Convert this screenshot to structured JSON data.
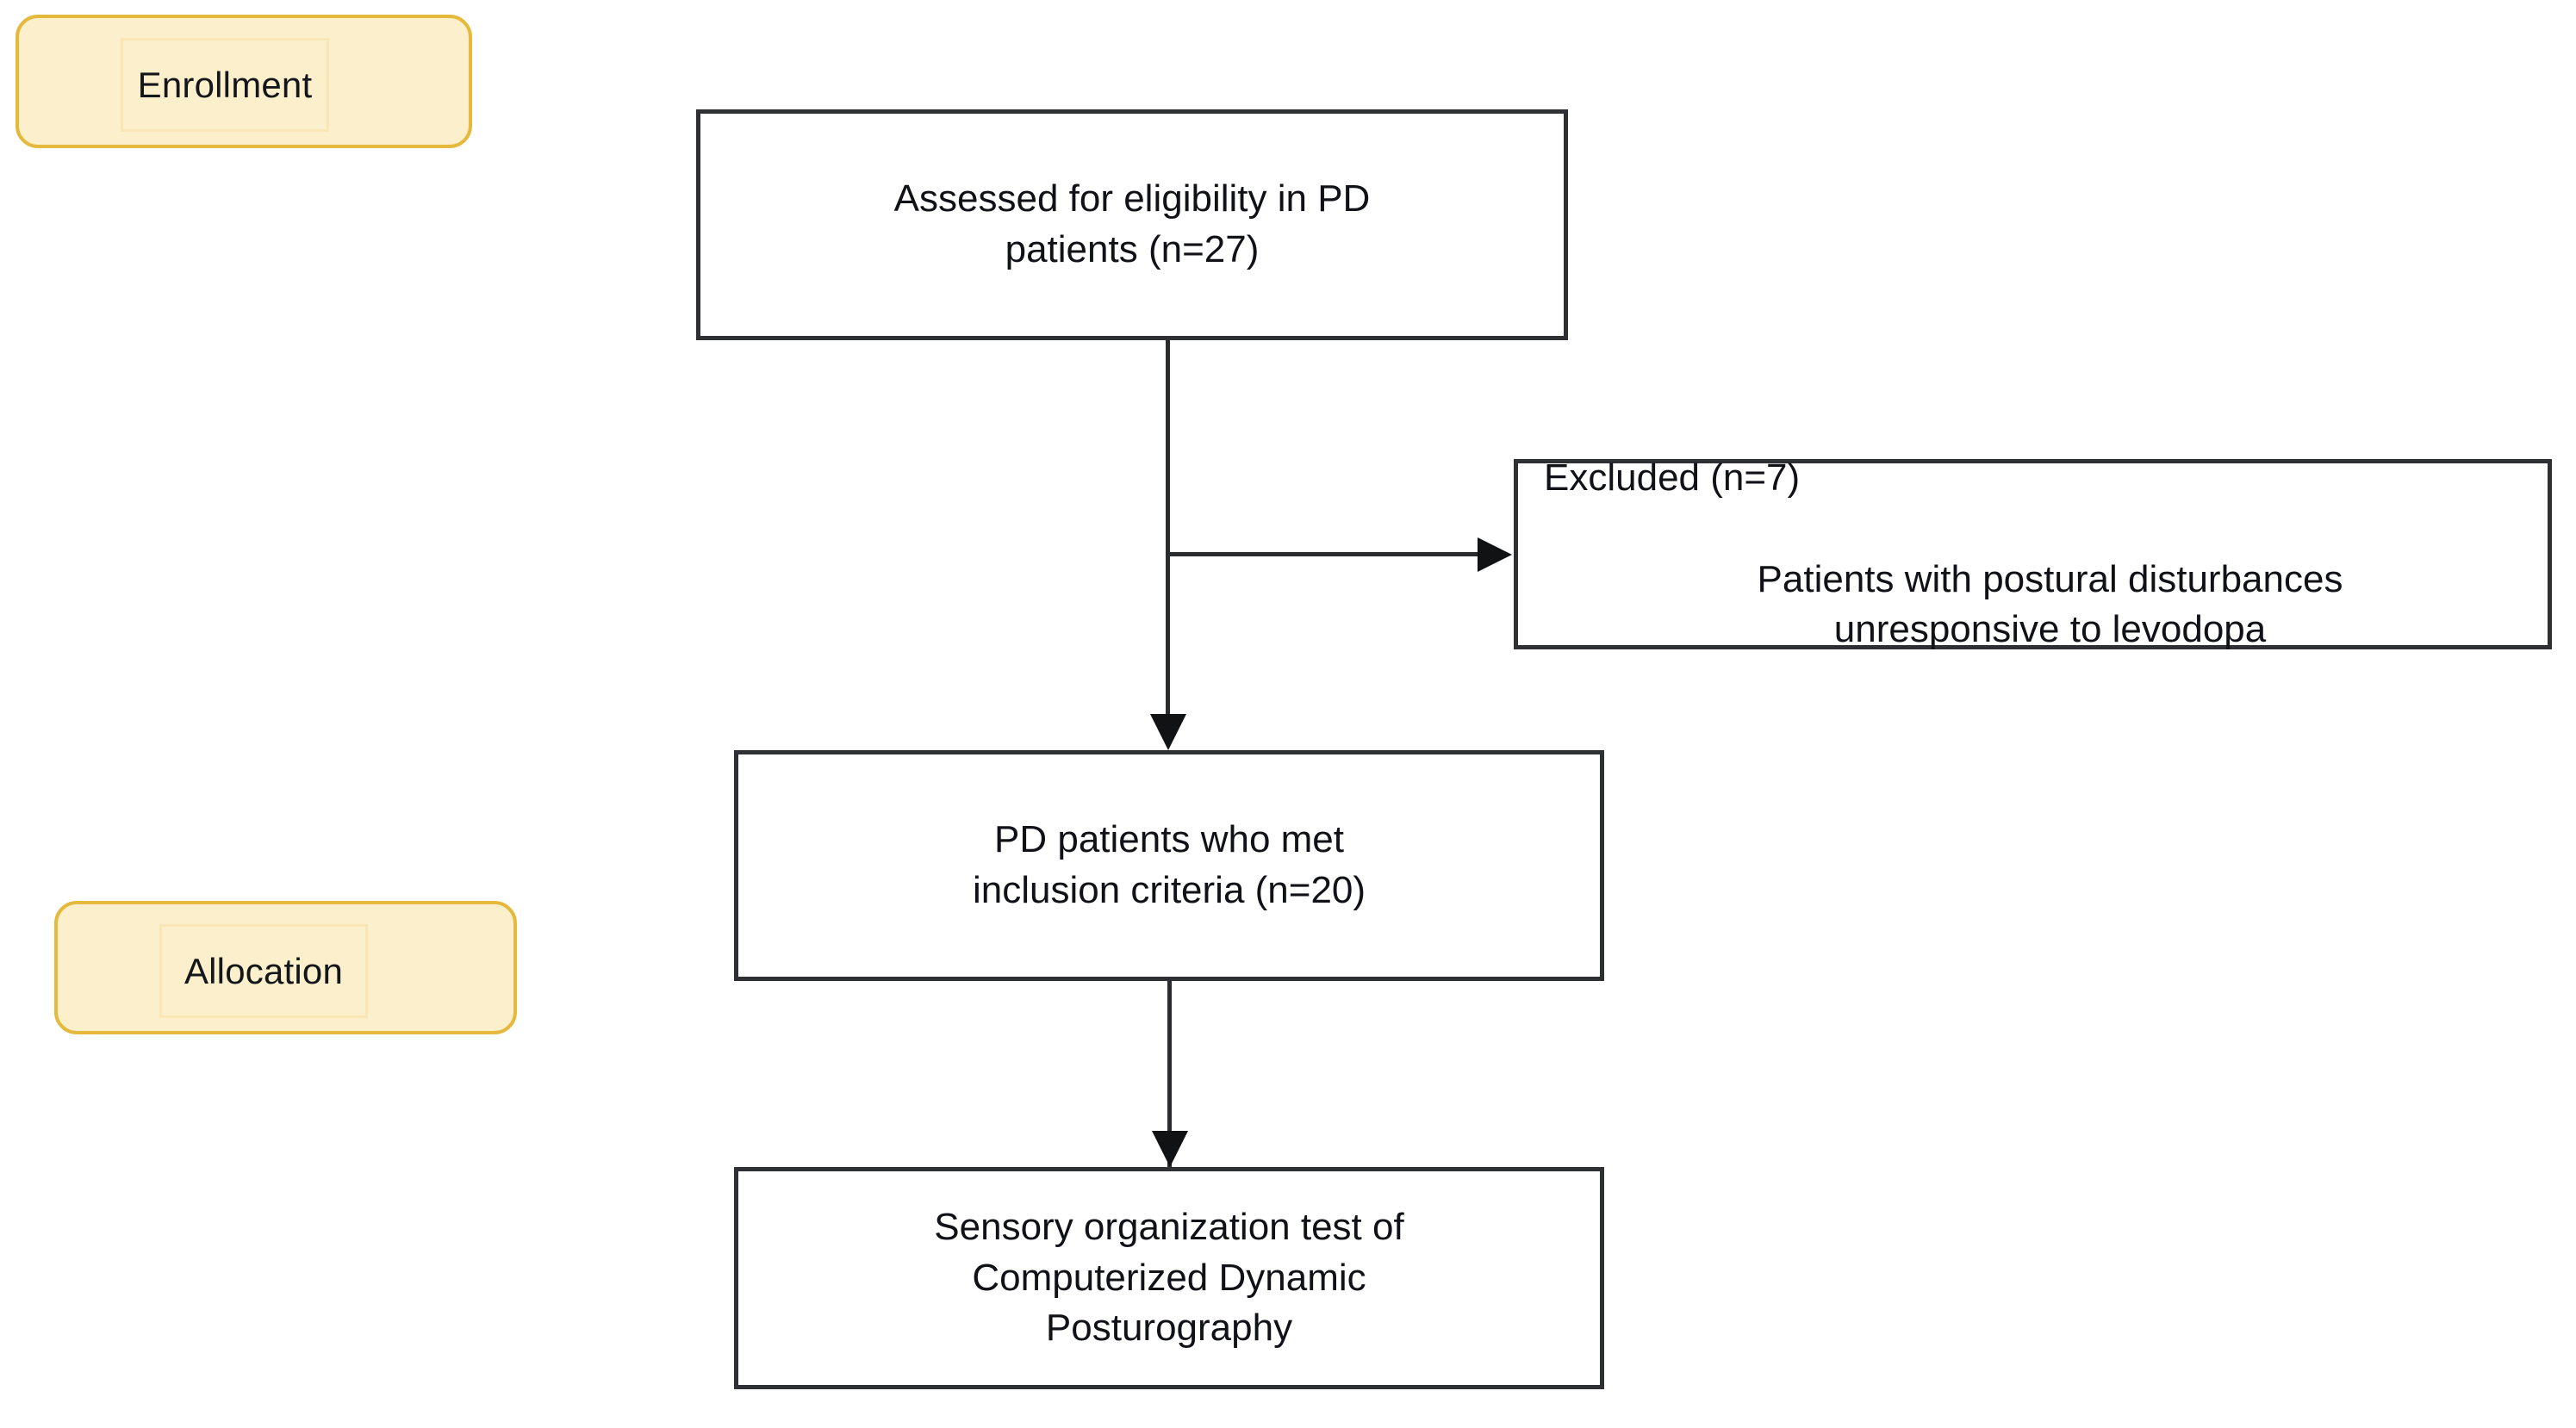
{
  "diagram": {
    "type": "flowchart",
    "title": "PD patient enrollment and allocation flow",
    "colors": {
      "stage_fill": "#fcefcc",
      "stage_border": "#e5b93c",
      "stage_inner_border": "#fae6b4",
      "box_border": "#2f3033",
      "box_fill": "#ffffff",
      "connector": "#2b2c2f",
      "text": "#101217"
    },
    "stages": [
      {
        "id": "enrollment",
        "label": "Enrollment"
      },
      {
        "id": "allocation",
        "label": "Allocation"
      }
    ],
    "nodes": [
      {
        "id": "assessed",
        "line1": "Assessed for eligibility in PD",
        "line2": "patients (n=27)",
        "text": "Assessed for eligibility in PD\npatients (n=27)",
        "count": 27
      },
      {
        "id": "excluded",
        "head": "Excluded (n=7)",
        "line1": "Patients with postural disturbances",
        "line2": "unresponsive to levodopa",
        "body": "Patients with postural disturbances\nunresponsive to levodopa",
        "count": 7
      },
      {
        "id": "included",
        "line1": "PD patients who met",
        "line2": "inclusion criteria (n=20)",
        "text": "PD patients who met\ninclusion criteria (n=20)",
        "count": 20
      },
      {
        "id": "sot",
        "line1": "Sensory organization test of",
        "line2": "Computerized Dynamic",
        "line3": "Posturography",
        "text": "Sensory organization test of\nComputerized Dynamic\nPosturography"
      }
    ],
    "edges": [
      {
        "id": "assessed-to-included",
        "from": "assessed",
        "to": "included",
        "direction": "down"
      },
      {
        "id": "assessed-to-excluded",
        "from": "assessed",
        "to": "excluded",
        "direction": "right"
      },
      {
        "id": "included-to-sot",
        "from": "included",
        "to": "sot",
        "direction": "down"
      }
    ]
  }
}
